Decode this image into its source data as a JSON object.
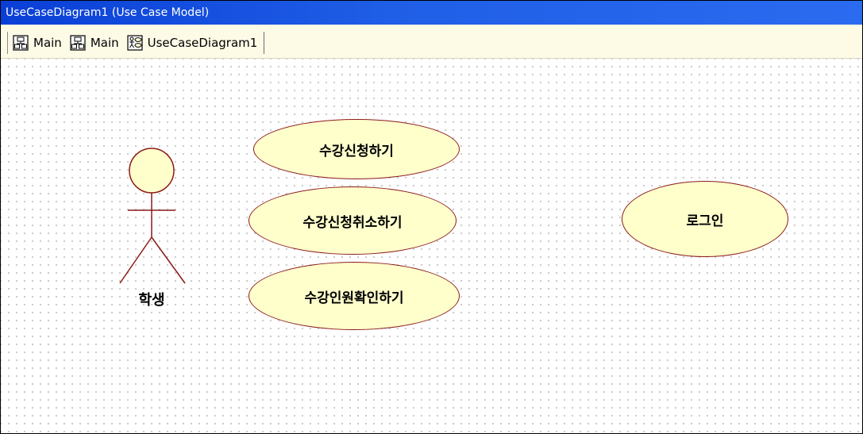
{
  "window": {
    "title": "UseCaseDiagram1 (Use Case Model)"
  },
  "tabs": [
    {
      "label": "Main",
      "icon": "class-diagram-icon",
      "active": false
    },
    {
      "label": "Main",
      "icon": "class-diagram-icon",
      "active": false
    },
    {
      "label": "UseCaseDiagram1",
      "icon": "use-case-diagram-icon",
      "active": true
    }
  ],
  "diagram": {
    "actor": {
      "label": "학생"
    },
    "use_cases": [
      {
        "label": "수강신청하기"
      },
      {
        "label": "수강신청취소하기"
      },
      {
        "label": "수강인원확인하기"
      },
      {
        "label": "로그인"
      }
    ]
  },
  "colors": {
    "titlebar": "#1f5ee6",
    "tabbar": "#fdfae6",
    "usecase_fill": "#ffffcc",
    "usecase_border": "#8b1a1a",
    "actor_stroke": "#8b1a1a",
    "actor_head_fill": "#ffffcc"
  }
}
